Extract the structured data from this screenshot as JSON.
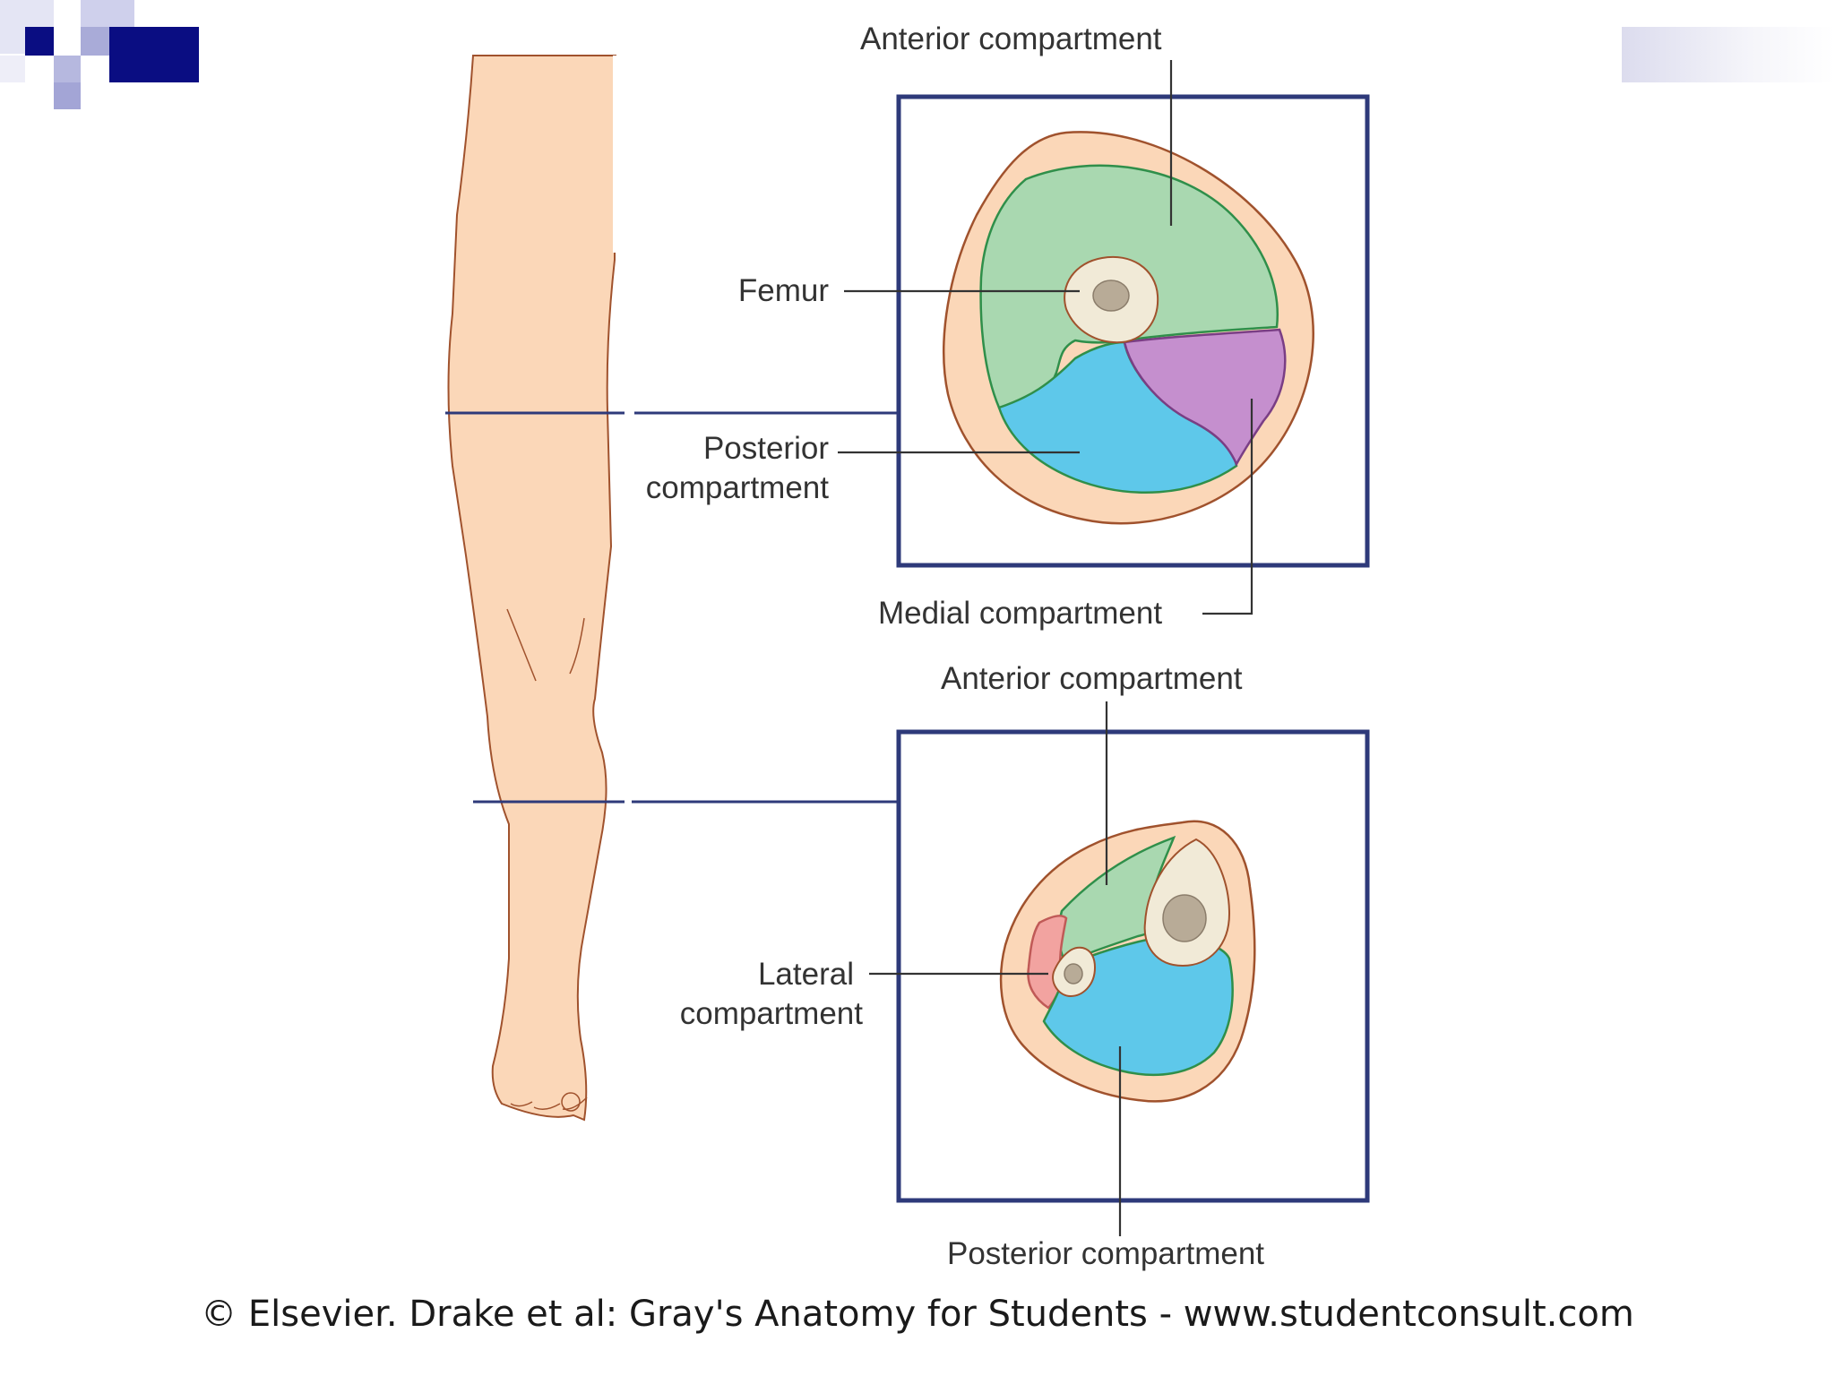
{
  "labels": {
    "thigh_anterior": "Anterior compartment",
    "femur": "Femur",
    "thigh_posterior_line1": "Posterior",
    "thigh_posterior_line2": "compartment",
    "thigh_medial": "Medial compartment",
    "leg_anterior": "Anterior compartment",
    "leg_lateral_line1": "Lateral",
    "leg_lateral_line2": "compartment",
    "leg_posterior": "Posterior compartment"
  },
  "credit": "© Elsevier. Drake et al: Gray's Anatomy for Students - www.studentconsult.com",
  "colors": {
    "frame": "#2e3a7a",
    "skin": "#fbd7b8",
    "skin_outline": "#a0522d",
    "anterior": "#a9d8b0",
    "posterior": "#5ec8ea",
    "medial": "#c58fce",
    "lateral": "#f2a3a0",
    "bone": "#f1ead7",
    "marrow": "#b8ab97",
    "deco_navy": "#0a0d82",
    "deco_lavender": "#a9abd8"
  }
}
